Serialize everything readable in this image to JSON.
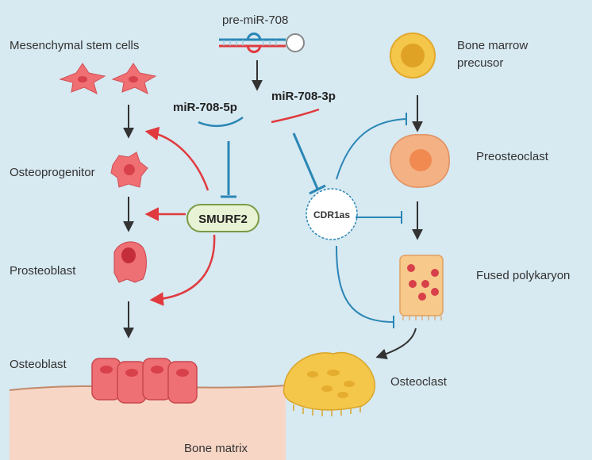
{
  "labels": {
    "pre_mir": "pre-miR-708",
    "mir_5p": "miR-708-5p",
    "mir_3p": "miR-708-3p",
    "msc": "Mesenchymal stem cells",
    "osteoprogenitor": "Osteoprogenitor",
    "prosteoblast": "Prosteoblast",
    "osteoblast": "Osteoblast",
    "smurf2": "SMURF2",
    "cdr1as": "CDR1as",
    "bone_marrow_1": "Bone marrow",
    "bone_marrow_2": "precusor",
    "preosteoclast": "Preosteoclast",
    "fused_polykaryon": "Fused polykaryon",
    "osteoclast": "Osteoclast",
    "bone_matrix": "Bone matrix"
  },
  "colors": {
    "background": "#d7e9f1",
    "activation_arrow": "#e03a3e",
    "inhibition_arrow": "#2a86b5",
    "flow_arrow": "#333333",
    "bone": "#f8d6c6",
    "osteoblast_cell": "#ee6f74",
    "osteoclast_cell": "#f4c64a",
    "smurf2_fill": "#e8f2d4",
    "smurf2_border": "#7a9a45"
  }
}
